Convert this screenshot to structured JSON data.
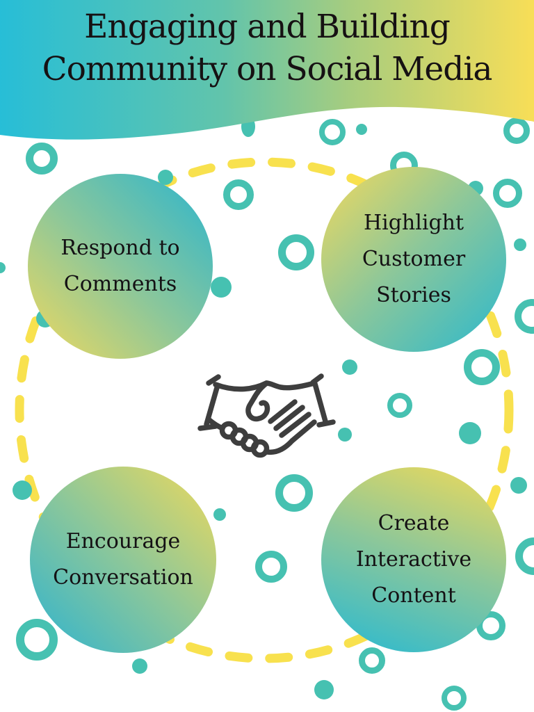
{
  "page": {
    "background": "#ffffff"
  },
  "header": {
    "title_line1": "Engaging and Building",
    "title_line2": "Community on Social Media",
    "text_color": "#161113",
    "gradient_left": "#27bed7",
    "gradient_mid": "#8bc795",
    "gradient_right": "#f8de57"
  },
  "center_icon": {
    "name": "handshake-icon",
    "color": "#3e3e3e"
  },
  "nodes": [
    {
      "id": "respond-to-comments",
      "lines": [
        "Respond to",
        "Comments"
      ],
      "gradient_from": "#2cb5cd",
      "gradient_to": "#f0d95e"
    },
    {
      "id": "highlight-customer-stories",
      "lines": [
        "Highlight",
        "Customer",
        "Stories"
      ],
      "gradient_from": "#f2d95d",
      "gradient_to": "#2bb8cd"
    },
    {
      "id": "encourage-conversation",
      "lines": [
        "Encourage",
        "Conversation"
      ],
      "gradient_from": "#2eb3cf",
      "gradient_to": "#eed95c"
    },
    {
      "id": "create-interactive-content",
      "lines": [
        "Create",
        "Interactive",
        "Content"
      ],
      "gradient_from": "#f0da58",
      "gradient_to": "#27b9d2"
    }
  ],
  "decor": {
    "teal": "#46c1b1",
    "dash_yellow": "#f8e14e",
    "icon_stroke": "#3e3e3e"
  }
}
